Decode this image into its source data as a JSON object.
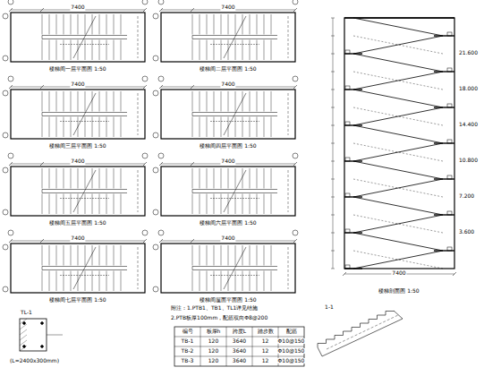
{
  "diagram": {
    "labels": [
      "7400",
      "楼梯间一层平面图 1:50",
      "7400",
      "楼梯间二层平面图 1:50",
      "7400",
      "楼梯间三层平面图 1:50",
      "7400",
      "楼梯间四层平面图 1:50",
      "7400",
      "楼梯间五层平面图 1:50",
      "7400",
      "楼梯间六层平面图 1:50",
      "7400",
      "楼梯间七层平面图 1:50",
      "7400",
      "楼梯间屋面平面图 1:50",
      "楼梯剖面图 1:50",
      "3.600",
      "7.200",
      "10.800",
      "14.400",
      "18.000",
      "21.600",
      "7400",
      "附注：1.PTB1、TB1、TL1详见结施",
      "2.PTB板厚100mm，配筋双向Φ8@200",
      "编号",
      "板厚h",
      "跨度L",
      "踏步数",
      "配筋",
      "TB-1",
      "120",
      "3640",
      "12",
      "Φ10@150",
      "TB-2",
      "120",
      "3640",
      "12",
      "Φ10@150",
      "TB-3",
      "120",
      "3640",
      "12",
      "Φ10@150",
      "TL-1",
      "(L=2400x300mm)",
      "1-1"
    ]
  }
}
